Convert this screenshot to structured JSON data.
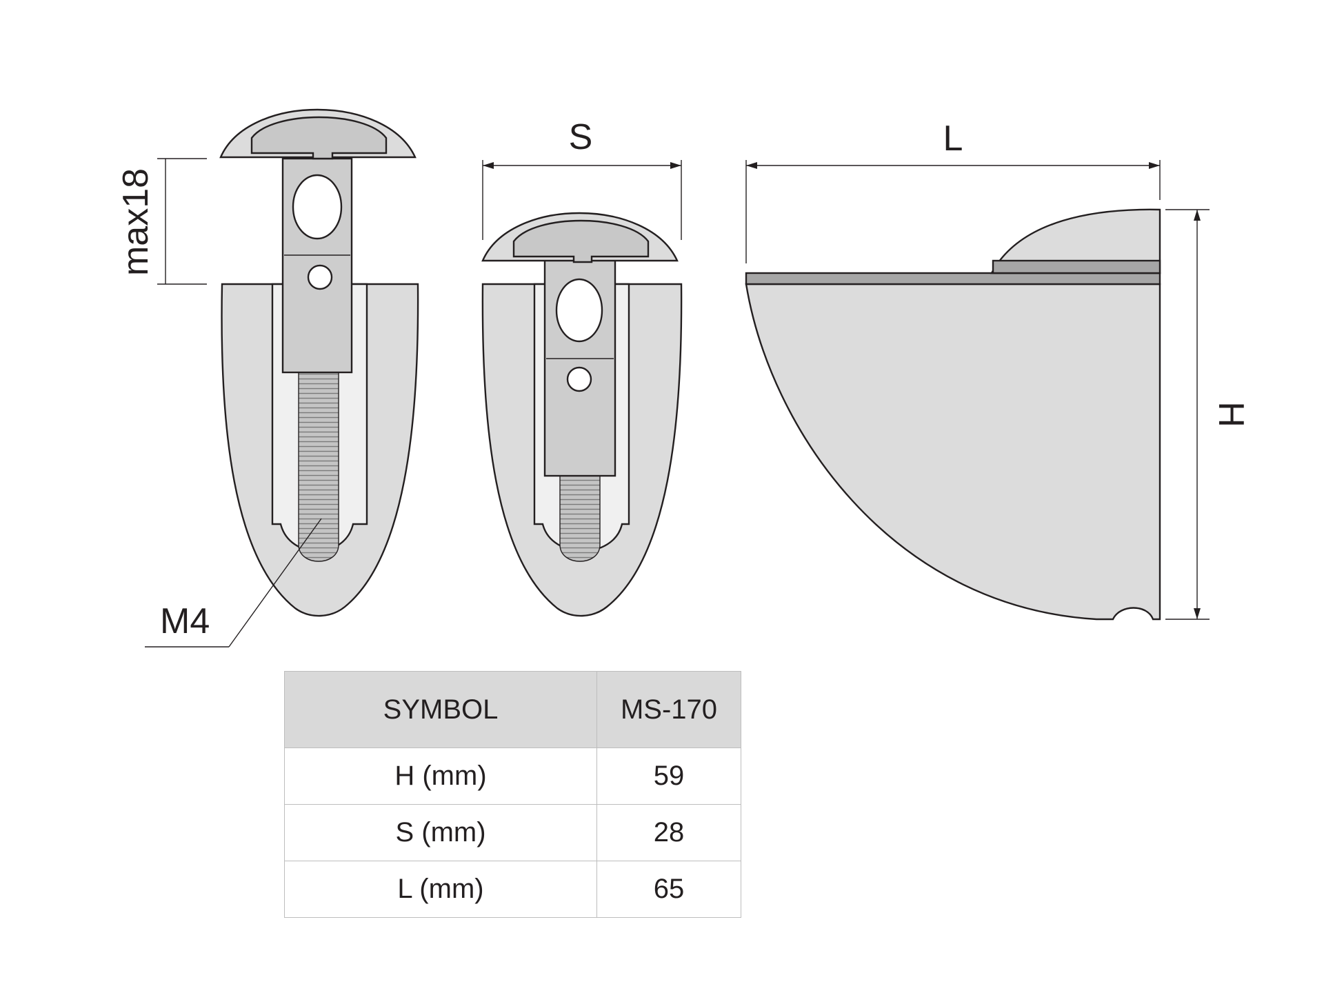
{
  "dimensions": {
    "max_clamp": "max18",
    "width_label": "S",
    "length_label": "L",
    "height_label": "H",
    "thread_label": "M4"
  },
  "table": {
    "header": {
      "symbol": "SYMBOL",
      "model": "MS-170"
    },
    "rows": [
      {
        "symbol": "H (mm)",
        "value": "59"
      },
      {
        "symbol": "S (mm)",
        "value": "28"
      },
      {
        "symbol": "L (mm)",
        "value": "65"
      }
    ]
  },
  "colors": {
    "body": "#dcdcdc",
    "cap": "#c8c8c8",
    "insert": "#f0f0f0",
    "stroke": "#231f20",
    "table_header": "#d9d9d9"
  }
}
